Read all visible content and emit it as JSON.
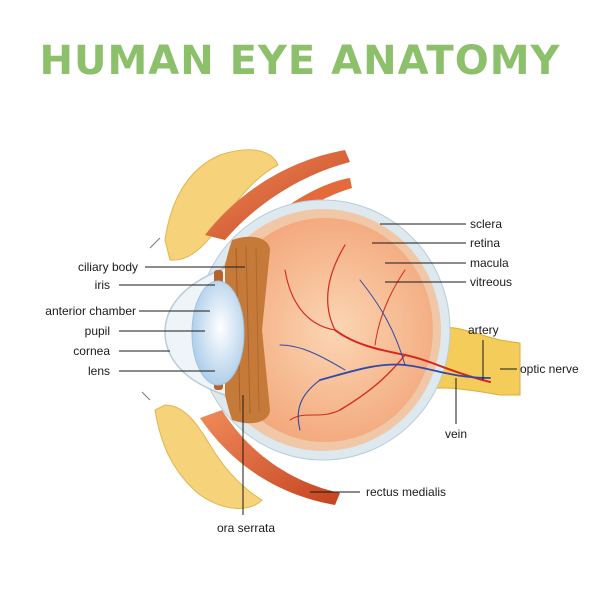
{
  "title": "HUMAN EYE ANATOMY",
  "labels": {
    "sclera": "sclera",
    "retina": "retina",
    "macula": "macula",
    "vitreous": "vitreous",
    "ciliary_body": "ciliary body",
    "iris": "iris",
    "anterior_chamber": "anterior chamber",
    "pupil": "pupil",
    "cornea": "cornea",
    "lens": "lens",
    "artery": "artery",
    "optic_nerve": "optic nerve",
    "vein": "vein",
    "rectus_medialis": "rectus medialis",
    "ora_serrata": "ora serrata"
  },
  "colors": {
    "title": "#8dc06b",
    "sclera": "#dde9ee",
    "choroid": "#f0c8a8",
    "vitreous": "#f7b487",
    "lens": "#bcd8f0",
    "muscle": "#d45a2e",
    "fat": "#f6d37a",
    "nerve": "#f3cc5a"
  }
}
